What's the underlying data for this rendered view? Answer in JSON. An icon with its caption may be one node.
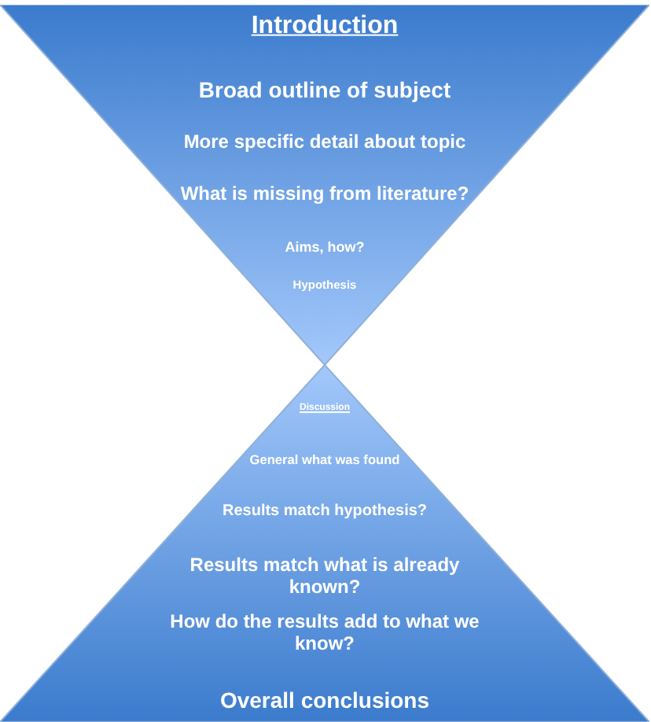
{
  "diagram": {
    "nodes": [
      {
        "text": [
          "Introduction",
          "Broad outline of subject",
          "More specific detail about topic",
          "What is missing from literature?",
          "Aims, how?",
          "Hypothesis"
        ]
      },
      {
        "text": [
          "Discussion",
          "General what was found",
          "Results match hypothesis?",
          "Results match what is already known?",
          "How do the results add to what we know?",
          "Overall conclusions"
        ]
      }
    ]
  }
}
